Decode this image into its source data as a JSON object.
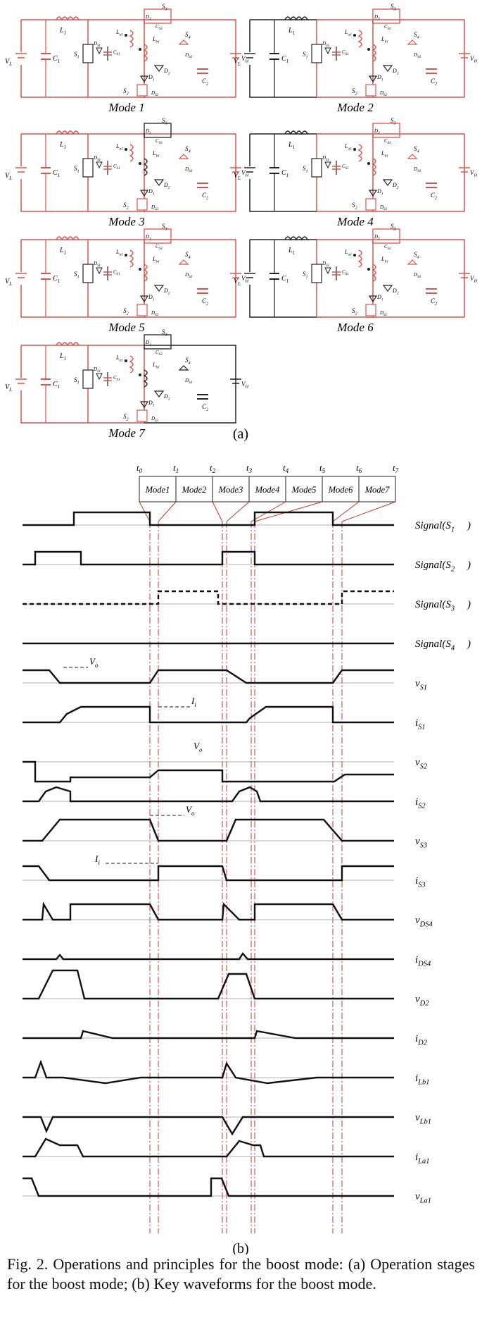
{
  "figure": {
    "part_a_label": "(a)",
    "part_b_label": "(b)",
    "modes": [
      {
        "label": "Mode 1"
      },
      {
        "label": "Mode 2"
      },
      {
        "label": "Mode 3"
      },
      {
        "label": "Mode 4"
      },
      {
        "label": "Mode 5"
      },
      {
        "label": "Mode 6"
      },
      {
        "label": "Mode 7"
      }
    ],
    "circuit_labels": {
      "vs": "V",
      "vs_sub": "L",
      "c1": "C",
      "c1_sub": "1",
      "l1": "L",
      "l1_sub": "1",
      "s1": "S",
      "s1_sub": "1",
      "ds1": "D",
      "ds1_sub": "S1",
      "cs1": "C",
      "cs1_sub": "S1",
      "la1": "L",
      "la1_sub": "a1",
      "lb1": "L",
      "lb1_sub": "b1",
      "s3": "S",
      "s3_sub": "3",
      "s4": "S",
      "s4_sub": "4",
      "s2": "S",
      "s2_sub": "2",
      "d1": "D",
      "d1_sub": "1",
      "d2": "D",
      "d2_sub": "2",
      "ds2": "D",
      "ds2_sub": "S2",
      "ds4": "D",
      "ds4_sub": "S4",
      "c2": "C",
      "c2_sub": "2",
      "cs3": "C",
      "cs3_sub": "S3",
      "vh": "V",
      "vh_sub": "H"
    },
    "timeline": {
      "times": [
        "t0",
        "t1",
        "t2",
        "t3",
        "t4",
        "t5",
        "t6",
        "t7"
      ],
      "modes": [
        "Mode1",
        "Mode2",
        "Mode3",
        "Mode4",
        "Mode5",
        "Mode6",
        "Mode7"
      ]
    },
    "waveforms": [
      {
        "label": "Signal(S1)",
        "main": "Signal(S",
        "sub": "1",
        "tail": ")"
      },
      {
        "label": "Signal(S2)",
        "main": "Signal(S",
        "sub": "2",
        "tail": ")"
      },
      {
        "label": "Signal(S3)",
        "main": "Signal(S",
        "sub": "3",
        "tail": ")"
      },
      {
        "label": "Signal(S4)",
        "main": "Signal(S",
        "sub": "4",
        "tail": ")"
      },
      {
        "label": "vS1",
        "main": "v",
        "sub": "S1",
        "tail": ""
      },
      {
        "label": "iS1",
        "main": "i",
        "sub": "S1",
        "tail": ""
      },
      {
        "label": "vS2",
        "main": "v",
        "sub": "S2",
        "tail": ""
      },
      {
        "label": "iS2",
        "main": "i",
        "sub": "S2",
        "tail": ""
      },
      {
        "label": "vS3",
        "main": "v",
        "sub": "S3",
        "tail": ""
      },
      {
        "label": "iS3",
        "main": "i",
        "sub": "S3",
        "tail": ""
      },
      {
        "label": "vDS4",
        "main": "v",
        "sub": "DS4",
        "tail": ""
      },
      {
        "label": "iDS4",
        "main": "i",
        "sub": "DS4",
        "tail": ""
      },
      {
        "label": "vD2",
        "main": "v",
        "sub": "D2",
        "tail": ""
      },
      {
        "label": "iD2",
        "main": "i",
        "sub": "D2",
        "tail": ""
      },
      {
        "label": "iLb1",
        "main": "i",
        "sub": "Lb1",
        "tail": ""
      },
      {
        "label": "vLb1",
        "main": "v",
        "sub": "Lb1",
        "tail": ""
      },
      {
        "label": "iLa1",
        "main": "i",
        "sub": "La1",
        "tail": ""
      },
      {
        "label": "vLa1",
        "main": "v",
        "sub": "La1",
        "tail": ""
      }
    ],
    "annotations": {
      "vo": "V",
      "vo_sub": "o",
      "ii": "I",
      "ii_sub": "i"
    },
    "colors": {
      "circuit_active": "#d9534f",
      "circuit_inactive": "#222222",
      "mode_line": "#c0392b"
    }
  },
  "caption": "Fig. 2. Operations and principles for the boost mode: (a) Operation stages for the boost mode; (b) Key waveforms for the boost mode."
}
